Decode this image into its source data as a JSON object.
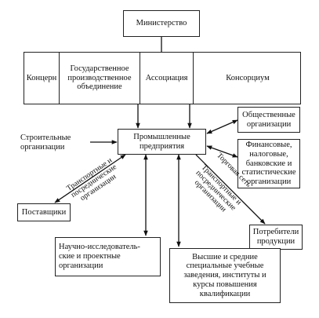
{
  "ministry": "Министерство",
  "top_row": [
    "Концерн",
    "Государственное производственное объединение",
    "Ассоциация",
    "Консорциум"
  ],
  "center": "Промышленные предприятия",
  "construction": "Строительные организации",
  "public_orgs": "Общественные организации",
  "finance_orgs": "Финансовые, налоговые, банковские и статистические организации",
  "suppliers": "Поставщики",
  "consumers": "Потребители продукции",
  "research": "Научно-исследователь- ские и проектные организации",
  "education": "Высшие и средние специальные учебные заведения, институты и курсы повышения квалификации",
  "label_transport_left": "Транспортные и посреднические организации",
  "label_trade": "Торговая сеть",
  "label_transport_right": "Транспортные и посреднические организации"
}
